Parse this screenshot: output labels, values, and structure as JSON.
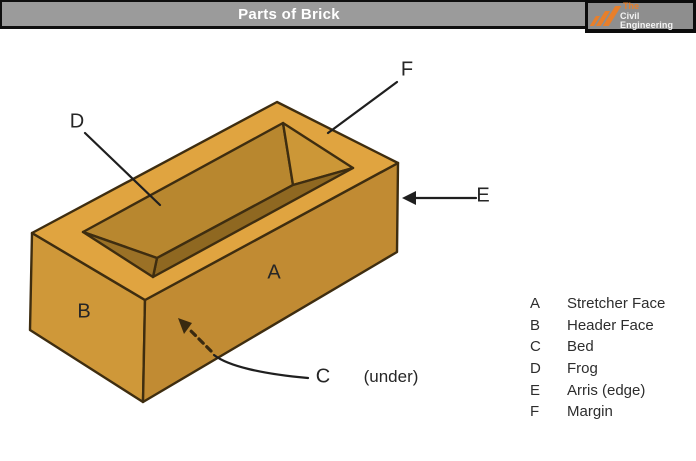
{
  "header": {
    "title": "Parts of Brick",
    "logo": {
      "brand_top": "The",
      "brand_bottom": "Civil Engineering",
      "accent_color": "#e87f2a",
      "bar_color": "#9b9b9b"
    }
  },
  "diagram": {
    "labels": {
      "a": "A",
      "b": "B",
      "c": "C",
      "c_note": "(under)",
      "d": "D",
      "e": "E",
      "f": "F"
    },
    "colors": {
      "top_face": "#e0a440",
      "front_face": "#c18b33",
      "header_face": "#cf9839",
      "frog_back_slope": "#b8872f",
      "frog_front_slope": "#8f6821",
      "frog_left_slope": "#9b7126",
      "frog_right_slope": "#cc9737",
      "outline": "#3e2d10"
    }
  },
  "legend": {
    "items": [
      {
        "letter": "A",
        "label": "Stretcher Face"
      },
      {
        "letter": "B",
        "label": "Header Face"
      },
      {
        "letter": "C",
        "label": "Bed"
      },
      {
        "letter": "D",
        "label": "Frog"
      },
      {
        "letter": "E",
        "label": "Arris (edge)"
      },
      {
        "letter": "F",
        "label": "Margin"
      }
    ]
  }
}
